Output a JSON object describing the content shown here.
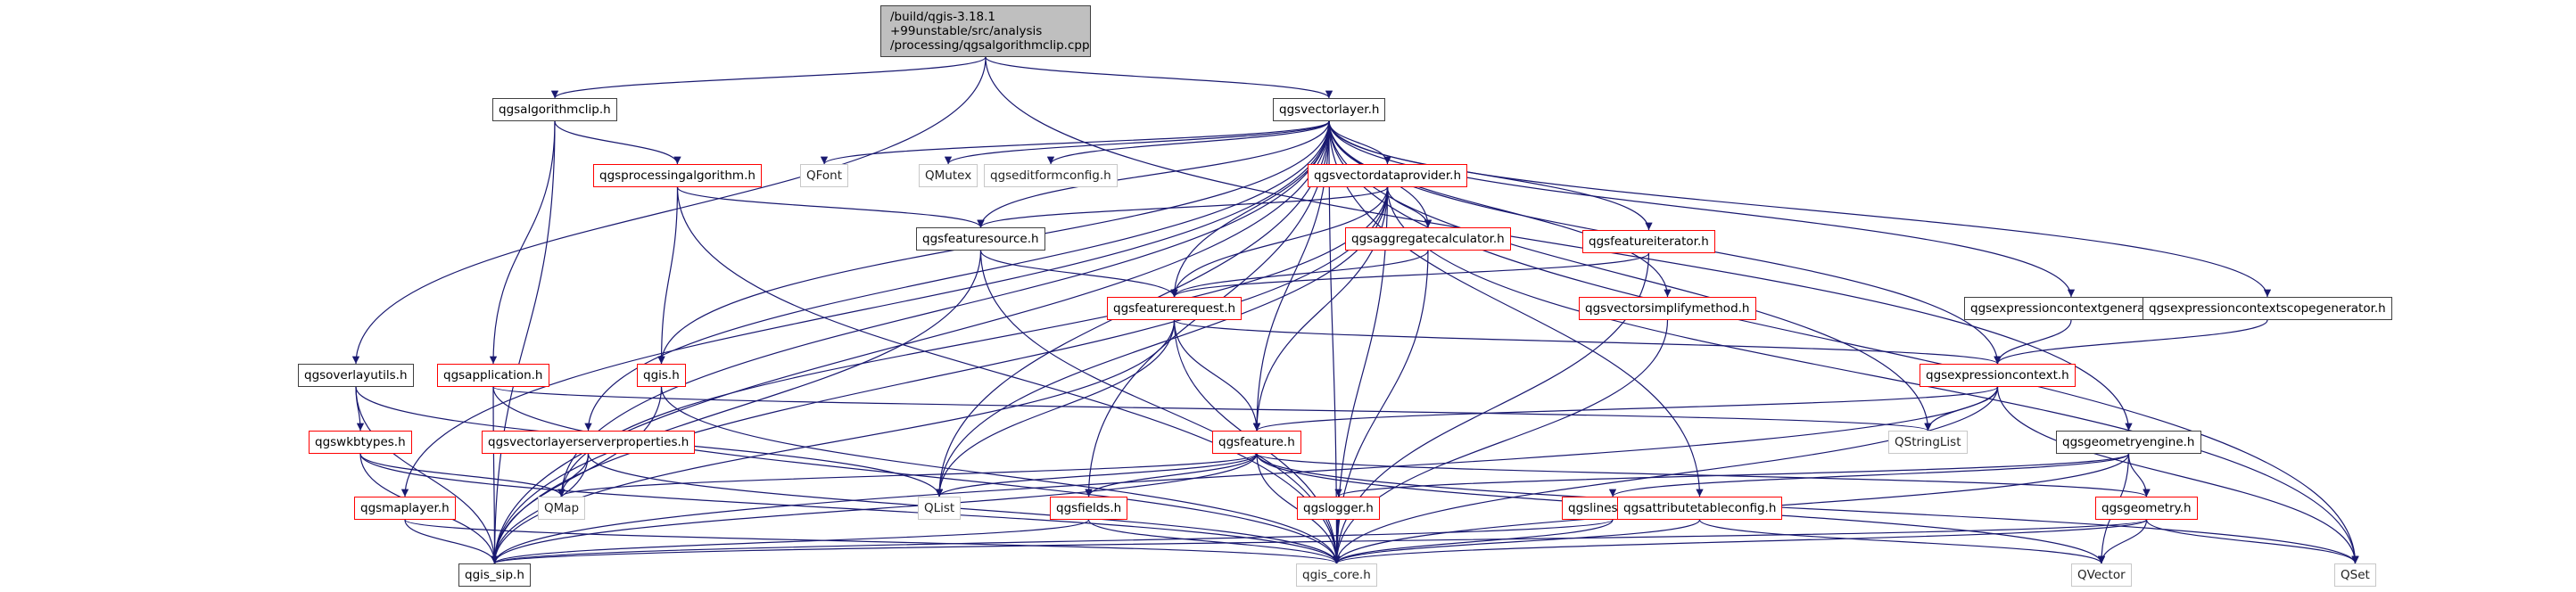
{
  "graph": {
    "type": "include-dependency-graph",
    "edge_color": "#191970",
    "legend_colors": {
      "documented_local": "#404040",
      "truncated_red": "#ff0000",
      "external": "#c8c8c8",
      "root_fill": "#bfbfbf"
    },
    "root": {
      "id": "root",
      "lines": [
        "/build/qgis-3.18.1",
        "+99unstable/src/analysis",
        "/processing/qgsalgorithmclip.cpp"
      ]
    },
    "nodes": [
      {
        "id": "qgsalgorithmclip",
        "label": "qgsalgorithmclip.h",
        "kind": "local"
      },
      {
        "id": "qgsvectorlayer",
        "label": "qgsvectorlayer.h",
        "kind": "local"
      },
      {
        "id": "qgsprocessingalgorithm",
        "label": "qgsprocessingalgorithm.h",
        "kind": "red"
      },
      {
        "id": "QFont",
        "label": "QFont",
        "kind": "ext"
      },
      {
        "id": "QMutex",
        "label": "QMutex",
        "kind": "ext"
      },
      {
        "id": "qgseditformconfig",
        "label": "qgseditformconfig.h",
        "kind": "ext"
      },
      {
        "id": "qgsvectordataprovider",
        "label": "qgsvectordataprovider.h",
        "kind": "red"
      },
      {
        "id": "qgsfeaturesource",
        "label": "qgsfeaturesource.h",
        "kind": "local"
      },
      {
        "id": "qgsaggregatecalculator",
        "label": "qgsaggregatecalculator.h",
        "kind": "red"
      },
      {
        "id": "qgsfeatureiterator",
        "label": "qgsfeatureiterator.h",
        "kind": "red"
      },
      {
        "id": "qgsfeaturerequest",
        "label": "qgsfeaturerequest.h",
        "kind": "red"
      },
      {
        "id": "qgsvectorsimplifymethod",
        "label": "qgsvectorsimplifymethod.h",
        "kind": "red"
      },
      {
        "id": "qgsexpressioncontextgenerator",
        "label": "qgsexpressioncontextgenerator.h",
        "kind": "local"
      },
      {
        "id": "qgsexpressioncontextscopegenerator",
        "label": "qgsexpressioncontextscopegenerator.h",
        "kind": "local"
      },
      {
        "id": "qgsoverlayutils",
        "label": "qgsoverlayutils.h",
        "kind": "local"
      },
      {
        "id": "qgsapplication",
        "label": "qgsapplication.h",
        "kind": "red"
      },
      {
        "id": "qgis",
        "label": "qgis.h",
        "kind": "red"
      },
      {
        "id": "qgsexpressioncontext",
        "label": "qgsexpressioncontext.h",
        "kind": "red"
      },
      {
        "id": "qgswkbtypes",
        "label": "qgswkbtypes.h",
        "kind": "red"
      },
      {
        "id": "qgsvectorlayerserverproperties",
        "label": "qgsvectorlayerserverproperties.h",
        "kind": "red"
      },
      {
        "id": "qgsfeature",
        "label": "qgsfeature.h",
        "kind": "red"
      },
      {
        "id": "QStringList",
        "label": "QStringList",
        "kind": "ext"
      },
      {
        "id": "qgsgeometryengine",
        "label": "qgsgeometryengine.h",
        "kind": "local"
      },
      {
        "id": "qgsmaplayer",
        "label": "qgsmaplayer.h",
        "kind": "red"
      },
      {
        "id": "QMap",
        "label": "QMap",
        "kind": "ext"
      },
      {
        "id": "QList",
        "label": "QList",
        "kind": "ext"
      },
      {
        "id": "qgsfields",
        "label": "qgsfields.h",
        "kind": "red"
      },
      {
        "id": "qgslogger",
        "label": "qgslogger.h",
        "kind": "red"
      },
      {
        "id": "qgslinestring",
        "label": "qgslinestring.h",
        "kind": "red"
      },
      {
        "id": "qgsattributetableconfig",
        "label": "qgsattributetableconfig.h",
        "kind": "red"
      },
      {
        "id": "qgsgeometry",
        "label": "qgsgeometry.h",
        "kind": "red"
      },
      {
        "id": "qgis_sip",
        "label": "qgis_sip.h",
        "kind": "local"
      },
      {
        "id": "qgis_core",
        "label": "qgis_core.h",
        "kind": "ext"
      },
      {
        "id": "QVector",
        "label": "QVector",
        "kind": "ext"
      },
      {
        "id": "QSet",
        "label": "QSet",
        "kind": "ext"
      }
    ],
    "edges": [
      [
        "root",
        "qgsalgorithmclip"
      ],
      [
        "root",
        "qgsvectorlayer"
      ],
      [
        "root",
        "qgsoverlayutils"
      ],
      [
        "root",
        "qgsgeometryengine"
      ],
      [
        "qgsalgorithmclip",
        "qgsprocessingalgorithm"
      ],
      [
        "qgsalgorithmclip",
        "qgsapplication"
      ],
      [
        "qgsalgorithmclip",
        "qgis_sip"
      ],
      [
        "qgsvectorlayer",
        "QFont"
      ],
      [
        "qgsvectorlayer",
        "QMutex"
      ],
      [
        "qgsvectorlayer",
        "qgseditformconfig"
      ],
      [
        "qgsvectorlayer",
        "qgsvectordataprovider"
      ],
      [
        "qgsvectorlayer",
        "qgsfeaturesource"
      ],
      [
        "qgsvectorlayer",
        "qgsaggregatecalculator"
      ],
      [
        "qgsvectorlayer",
        "qgsfeatureiterator"
      ],
      [
        "qgsvectorlayer",
        "qgsfeaturerequest"
      ],
      [
        "qgsvectorlayer",
        "qgsvectorsimplifymethod"
      ],
      [
        "qgsvectorlayer",
        "qgsexpressioncontextgenerator"
      ],
      [
        "qgsvectorlayer",
        "qgsexpressioncontextscopegenerator"
      ],
      [
        "qgsvectorlayer",
        "qgis"
      ],
      [
        "qgsvectorlayer",
        "qgsexpressioncontext"
      ],
      [
        "qgsvectorlayer",
        "qgsvectorlayerserverproperties"
      ],
      [
        "qgsvectorlayer",
        "qgsfeature"
      ],
      [
        "qgsvectorlayer",
        "QStringList"
      ],
      [
        "qgsvectorlayer",
        "qgsmaplayer"
      ],
      [
        "qgsvectorlayer",
        "QMap"
      ],
      [
        "qgsvectorlayer",
        "QList"
      ],
      [
        "qgsvectorlayer",
        "qgsfields"
      ],
      [
        "qgsvectorlayer",
        "qgsattributetableconfig"
      ],
      [
        "qgsvectorlayer",
        "qgis_sip"
      ],
      [
        "qgsvectorlayer",
        "qgis_core"
      ],
      [
        "qgsvectorlayer",
        "QSet"
      ],
      [
        "qgsprocessingalgorithm",
        "qgsfeaturesource"
      ],
      [
        "qgsprocessingalgorithm",
        "qgis"
      ],
      [
        "qgsprocessingalgorithm",
        "qgis_core"
      ],
      [
        "qgsvectordataprovider",
        "qgsfeaturesource"
      ],
      [
        "qgsvectordataprovider",
        "qgsaggregatecalculator"
      ],
      [
        "qgsvectordataprovider",
        "qgsfeaturerequest"
      ],
      [
        "qgsvectordataprovider",
        "qgsfeature"
      ],
      [
        "qgsvectordataprovider",
        "QMap"
      ],
      [
        "qgsvectordataprovider",
        "QList"
      ],
      [
        "qgsvectordataprovider",
        "qgis_sip"
      ],
      [
        "qgsvectordataprovider",
        "qgis_core"
      ],
      [
        "qgsvectordataprovider",
        "QSet"
      ],
      [
        "qgsfeaturesource",
        "qgsfeaturerequest"
      ],
      [
        "qgsfeaturesource",
        "qgis_sip"
      ],
      [
        "qgsfeaturesource",
        "qgis_core"
      ],
      [
        "qgsaggregatecalculator",
        "qgsfeaturerequest"
      ],
      [
        "qgsaggregatecalculator",
        "qgis_core"
      ],
      [
        "qgsfeatureiterator",
        "qgsfeaturerequest"
      ],
      [
        "qgsfeatureiterator",
        "qgis_core"
      ],
      [
        "qgsvectorsimplifymethod",
        "qgis_core"
      ],
      [
        "qgsfeaturerequest",
        "qgsexpressioncontext"
      ],
      [
        "qgsfeaturerequest",
        "qgsfeature"
      ],
      [
        "qgsfeaturerequest",
        "QList"
      ],
      [
        "qgsfeaturerequest",
        "qgis_sip"
      ],
      [
        "qgsfeaturerequest",
        "qgis_core"
      ],
      [
        "qgsexpressioncontextgenerator",
        "qgsexpressioncontext"
      ],
      [
        "qgsexpressioncontextscopegenerator",
        "qgsexpressioncontext"
      ],
      [
        "qgsexpressioncontext",
        "QStringList"
      ],
      [
        "qgsexpressioncontext",
        "qgsfeature"
      ],
      [
        "qgsexpressioncontext",
        "qgis_sip"
      ],
      [
        "qgsexpressioncontext",
        "qgis_core"
      ],
      [
        "qgsexpressioncontext",
        "QSet"
      ],
      [
        "qgsoverlayutils",
        "qgswkbtypes"
      ],
      [
        "qgsoverlayutils",
        "QList"
      ],
      [
        "qgsoverlayutils",
        "qgis_sip"
      ],
      [
        "qgsapplication",
        "QStringList"
      ],
      [
        "qgsapplication",
        "qgis_sip"
      ],
      [
        "qgsapplication",
        "qgis_core"
      ],
      [
        "qgis",
        "qgis_sip"
      ],
      [
        "qgis",
        "qgis_core"
      ],
      [
        "qgswkbtypes",
        "QMap"
      ],
      [
        "qgswkbtypes",
        "qgis_sip"
      ],
      [
        "qgswkbtypes",
        "qgis_core"
      ],
      [
        "qgsvectorlayerserverproperties",
        "QMap"
      ],
      [
        "qgsvectorlayerserverproperties",
        "qgis_sip"
      ],
      [
        "qgsvectorlayerserverproperties",
        "qgis_core"
      ],
      [
        "qgsfeature",
        "QMap"
      ],
      [
        "qgsfeature",
        "QList"
      ],
      [
        "qgsfeature",
        "qgsfields"
      ],
      [
        "qgsfeature",
        "qgsgeometry"
      ],
      [
        "qgsfeature",
        "qgis_sip"
      ],
      [
        "qgsfeature",
        "qgis_core"
      ],
      [
        "qgsfeature",
        "QVector"
      ],
      [
        "qgsfeature",
        "QSet"
      ],
      [
        "qgsgeometryengine",
        "qgslinestring"
      ],
      [
        "qgsgeometryengine",
        "qgslogger"
      ],
      [
        "qgsgeometryengine",
        "qgsgeometry"
      ],
      [
        "qgsgeometryengine",
        "qgis_core"
      ],
      [
        "qgsgeometryengine",
        "QVector"
      ],
      [
        "qgsmaplayer",
        "qgis_sip"
      ],
      [
        "qgsmaplayer",
        "qgis_core"
      ],
      [
        "qgsfields",
        "qgis_sip"
      ],
      [
        "qgsfields",
        "qgis_core"
      ],
      [
        "qgslogger",
        "qgis_core"
      ],
      [
        "qgslinestring",
        "qgis_sip"
      ],
      [
        "qgslinestring",
        "qgis_core"
      ],
      [
        "qgsattributetableconfig",
        "qgis_core"
      ],
      [
        "qgsattributetableconfig",
        "QVector"
      ],
      [
        "qgsgeometry",
        "qgis_sip"
      ],
      [
        "qgsgeometry",
        "qgis_core"
      ],
      [
        "qgsgeometry",
        "QVector"
      ],
      [
        "qgsgeometry",
        "QSet"
      ]
    ]
  }
}
